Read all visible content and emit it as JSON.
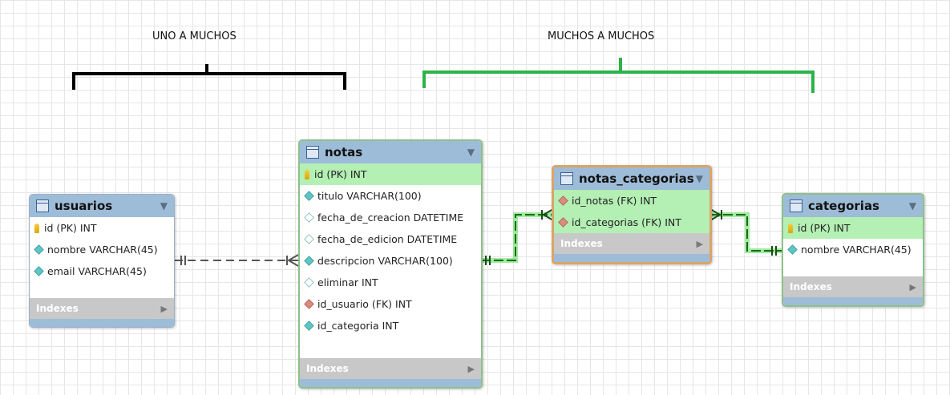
{
  "annotations": {
    "one_to_many": "UNO A MUCHOS",
    "many_to_many": "MUCHOS  A  MUCHOS"
  },
  "colors": {
    "header": "#9dbcd8",
    "pk_row": "#b4efb4",
    "indexes_bar": "#c8c8c8",
    "bracket_black": "#000000",
    "bracket_green": "#2db34a",
    "relation_dashed": "#555555",
    "relation_identifying": "#1a7a1a"
  },
  "tables": {
    "usuarios": {
      "name": "usuarios",
      "columns": [
        "id (PK) INT",
        "nombre VARCHAR(45)",
        "email VARCHAR(45)"
      ],
      "indexes": "Indexes"
    },
    "notas": {
      "name": "notas",
      "columns": [
        "id (PK) INT",
        "titulo VARCHAR(100)",
        "fecha_de_creacion DATETIME",
        "fecha_de_edicion DATETIME",
        "descripcion VARCHAR(100)",
        "eliminar INT",
        "id_usuario (FK) INT",
        "id_categoria INT"
      ],
      "indexes": "Indexes"
    },
    "notas_categorias": {
      "name": "notas_categorias",
      "columns": [
        "id_notas (FK) INT",
        "id_categorias (FK) INT"
      ],
      "indexes": "Indexes"
    },
    "categorias": {
      "name": "categorias",
      "columns": [
        "id (PK) INT",
        "nombre VARCHAR(45)"
      ],
      "indexes": "Indexes"
    }
  }
}
